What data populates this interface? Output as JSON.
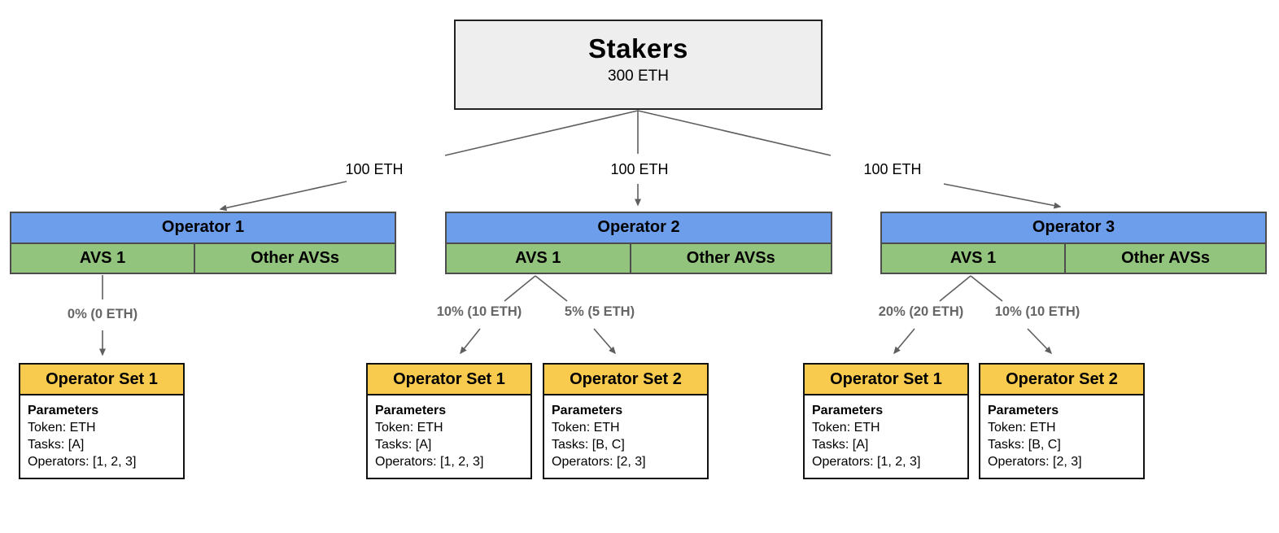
{
  "stakers": {
    "title": "Stakers",
    "amount": "300 ETH"
  },
  "flows": [
    "100 ETH",
    "100 ETH",
    "100 ETH"
  ],
  "operators": [
    {
      "title": "Operator 1",
      "avs_label": "AVS 1",
      "other_avs_label": "Other AVSs",
      "allocations": [
        "0% (0 ETH)"
      ],
      "sets": [
        {
          "title": "Operator Set 1",
          "heading": "Parameters",
          "rows": [
            "Token: ETH",
            "Tasks: [A]",
            "Operators: [1, 2, 3]"
          ]
        }
      ]
    },
    {
      "title": "Operator 2",
      "avs_label": "AVS 1",
      "other_avs_label": "Other AVSs",
      "allocations": [
        "10% (10 ETH)",
        "5% (5 ETH)"
      ],
      "sets": [
        {
          "title": "Operator Set 1",
          "heading": "Parameters",
          "rows": [
            "Token: ETH",
            "Tasks: [A]",
            "Operators: [1, 2, 3]"
          ]
        },
        {
          "title": "Operator Set 2",
          "heading": "Parameters",
          "rows": [
            "Token: ETH",
            "Tasks: [B, C]",
            "Operators: [2, 3]"
          ]
        }
      ]
    },
    {
      "title": "Operator 3",
      "avs_label": "AVS 1",
      "other_avs_label": "Other AVSs",
      "allocations": [
        "20% (20 ETH)",
        "10% (10 ETH)"
      ],
      "sets": [
        {
          "title": "Operator Set 1",
          "heading": "Parameters",
          "rows": [
            "Token: ETH",
            "Tasks: [A]",
            "Operators: [1, 2, 3]"
          ]
        },
        {
          "title": "Operator Set 2",
          "heading": "Parameters",
          "rows": [
            "Token: ETH",
            "Tasks: [B, C]",
            "Operators: [2, 3]"
          ]
        }
      ]
    }
  ],
  "colors": {
    "stakers-bg": "#eeeeee",
    "stakers-border": "#222222",
    "operator-header-bg": "#6d9eeb",
    "avs-bg": "#93c47d",
    "operator-border": "#4d4d4d",
    "set-header-bg": "#f8ca4e",
    "set-border": "#111111",
    "connector": "#5f5f5f",
    "allocation-label": "#666666"
  }
}
